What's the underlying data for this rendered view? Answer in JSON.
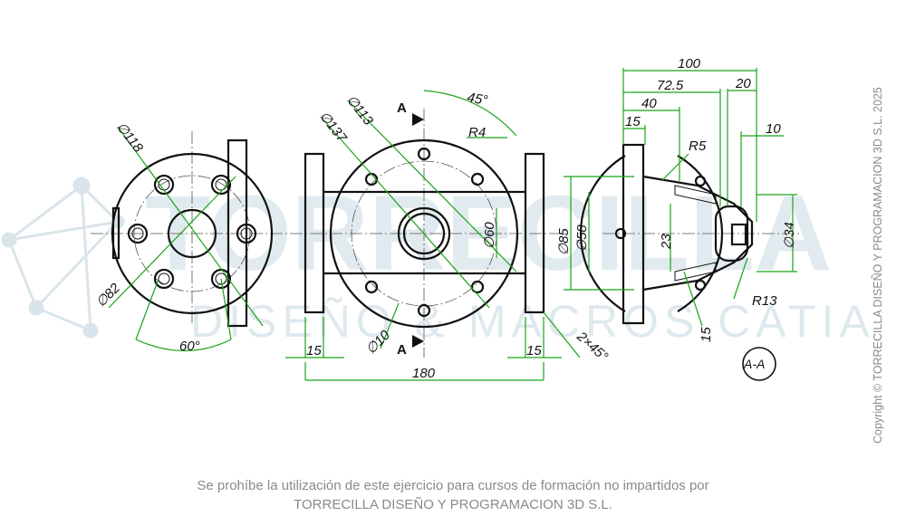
{
  "watermark": {
    "brand": "TORRECILLA",
    "tagline": "DISEÑO & MACROS CATIA"
  },
  "dimensions": {
    "d118": "∅118",
    "d82": "∅82",
    "a60": "60°",
    "d137": "∅137",
    "d113": "∅113",
    "a45": "45°",
    "r4": "R4",
    "d60": "∅60",
    "d85": "∅85",
    "d58": "∅58",
    "d10": "∅10",
    "l15_left": "15",
    "l15_right": "15",
    "l180": "180",
    "chamfer": "2×45°",
    "l100": "100",
    "l72_5": "72.5",
    "l40": "40",
    "l20": "20",
    "l15_top": "15",
    "l10": "10",
    "r5": "R5",
    "d34": "∅34",
    "l23": "23",
    "r13": "R13",
    "l15_section": "15"
  },
  "section_markers": {
    "top": "A",
    "bottom": "A",
    "label": "A-A"
  },
  "footer": {
    "line1": "Se prohíbe la utilización de este ejercicio para cursos de formación no impartidos por",
    "line2": "TORRECILLA DISEÑO Y PROGRAMACION 3D S.L."
  },
  "copyright": "Copyright © TORRECILLA DISEÑO Y PROGRAMACION 3D S.L. 2025",
  "colors": {
    "dimension_lines": "#1aa31a",
    "geometry": "#111111",
    "watermark": "#c9dbe3",
    "footer_text": "#8a8a8a"
  }
}
